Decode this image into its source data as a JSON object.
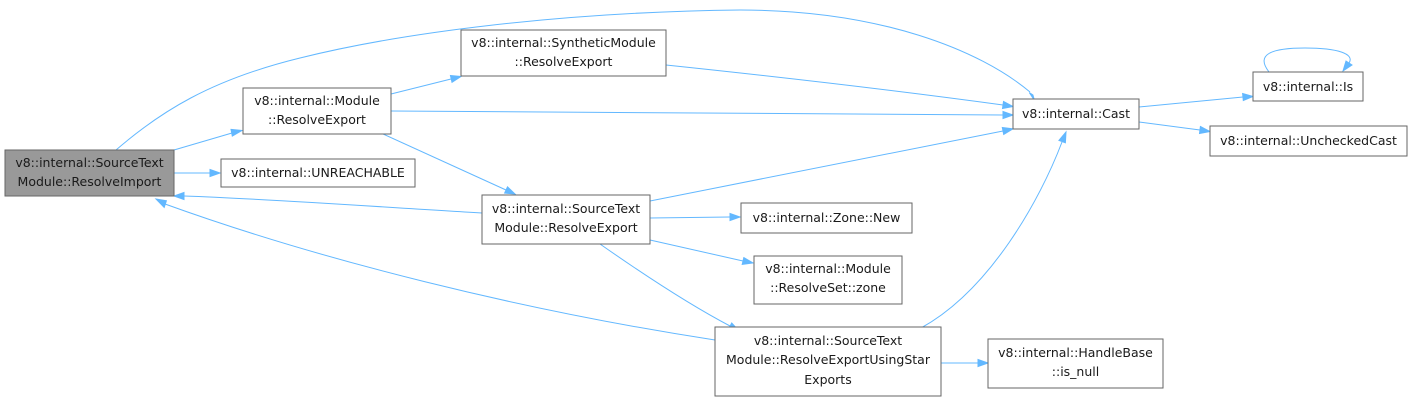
{
  "nodes": {
    "source_text_resolve_import": {
      "lines": [
        "v8::internal::SourceText",
        "Module::ResolveImport"
      ]
    },
    "unreachable": {
      "lines": [
        "v8::internal::UNREACHABLE"
      ]
    },
    "module_resolve_export": {
      "lines": [
        "v8::internal::Module",
        "::ResolveExport"
      ]
    },
    "synthetic_module_resolve_export": {
      "lines": [
        "v8::internal::SyntheticModule",
        "::ResolveExport"
      ]
    },
    "source_text_resolve_export": {
      "lines": [
        "v8::internal::SourceText",
        "Module::ResolveExport"
      ]
    },
    "zone_new": {
      "lines": [
        "v8::internal::Zone::New"
      ]
    },
    "resolve_set_zone": {
      "lines": [
        "v8::internal::Module",
        "::ResolveSet::zone"
      ]
    },
    "resolve_export_using_star_exports": {
      "lines": [
        "v8::internal::SourceText",
        "Module::ResolveExportUsingStar",
        "Exports"
      ]
    },
    "handle_base_is_null": {
      "lines": [
        "v8::internal::HandleBase",
        "::is_null"
      ]
    },
    "cast": {
      "lines": [
        "v8::internal::Cast"
      ]
    },
    "is": {
      "lines": [
        "v8::internal::Is"
      ]
    },
    "unchecked_cast": {
      "lines": [
        "v8::internal::UncheckedCast"
      ]
    }
  },
  "colors": {
    "edge": "#63b8ff",
    "node_border": "#666666",
    "root_fill": "#999999",
    "node_fill": "#ffffff"
  }
}
